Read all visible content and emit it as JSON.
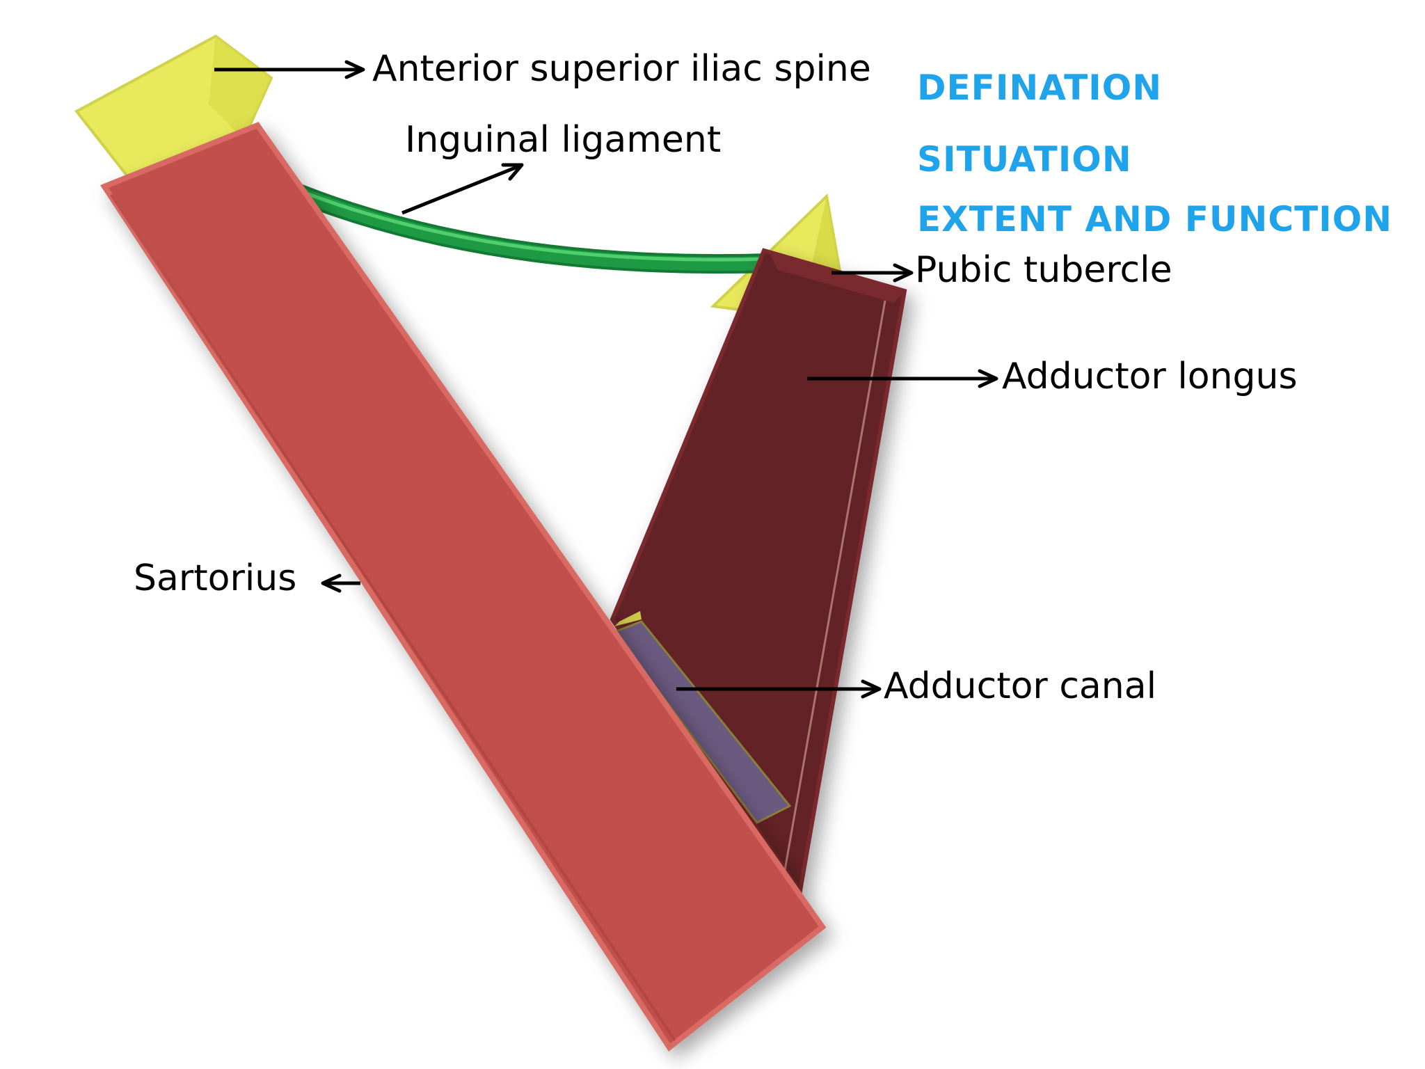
{
  "colors": {
    "sartorius": "#c2504c",
    "sartorius_edge": "#d86a63",
    "adductor_longus": "#632325",
    "adductor_longus_edge": "#7a2c2d",
    "adductor_canal": "#6b5a80",
    "inguinal_ligament": "#1f9a44",
    "bony_landmark": "#e8ea5c",
    "heading": "#1fa3ea"
  },
  "labels": {
    "asis": "Anterior superior iliac spine",
    "inguinal_ligament": "Inguinal ligament",
    "pubic_tubercle": "Pubic tubercle",
    "adductor_longus": "Adductor longus",
    "sartorius": "Sartorius",
    "adductor_canal": "Adductor canal"
  },
  "headings": [
    "DEFINATION",
    "SITUATION",
    "EXTENT AND FUNCTION"
  ]
}
